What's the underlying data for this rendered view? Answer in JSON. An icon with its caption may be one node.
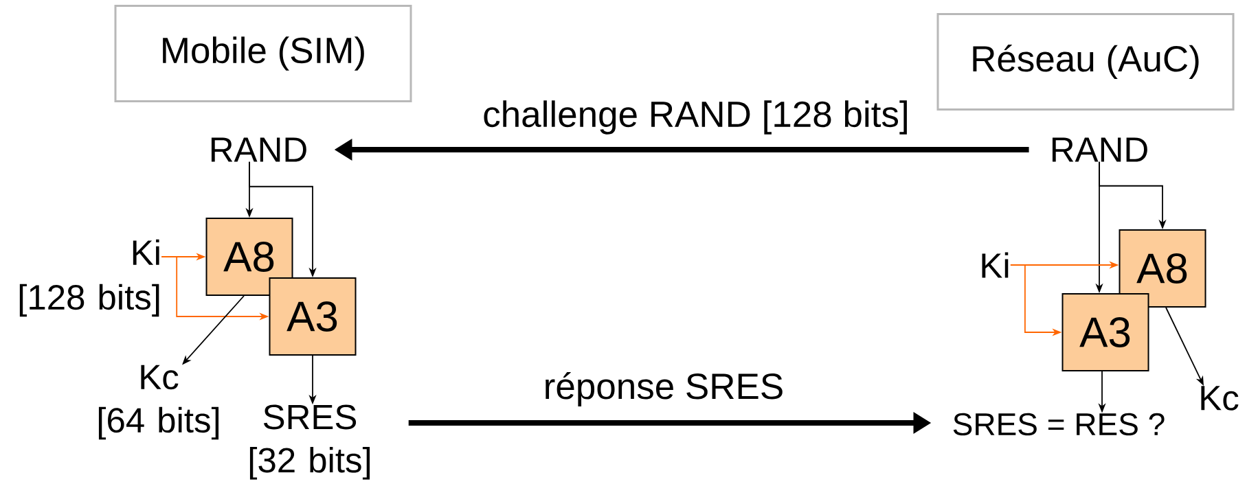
{
  "diagram": {
    "nodes": [
      {
        "text": [
          "Mobile (SIM)"
        ]
      },
      {
        "text": [
          "Réseau (AuC)"
        ]
      },
      {
        "text": [
          "RAND"
        ]
      },
      {
        "text": [
          "A8"
        ]
      },
      {
        "text": [
          "A3"
        ]
      },
      {
        "text": [
          "Ki",
          "[128 bits]"
        ]
      },
      {
        "text": [
          "Kc",
          "[64 bits]"
        ]
      },
      {
        "text": [
          "SRES",
          "[32 bits]"
        ]
      },
      {
        "text": [
          "RAND"
        ]
      },
      {
        "text": [
          "A8"
        ]
      },
      {
        "text": [
          "A3"
        ]
      },
      {
        "text": [
          "Ki"
        ]
      },
      {
        "text": [
          "Kc"
        ]
      },
      {
        "text": [
          "SRES = RES ?"
        ]
      }
    ],
    "edges": [
      {
        "from": 8,
        "to": 2,
        "arrow": "to",
        "label": "challenge RAND [128 bits]",
        "style": "thick"
      },
      {
        "from": 7,
        "to": 13,
        "arrow": "to",
        "label": "réponse SRES",
        "style": "thick"
      },
      {
        "from": 2,
        "to": 3,
        "arrow": "to"
      },
      {
        "from": 2,
        "to": 4,
        "arrow": "to"
      },
      {
        "from": 5,
        "to": 3,
        "arrow": "to",
        "color": "#ff6600"
      },
      {
        "from": 5,
        "to": 4,
        "arrow": "to",
        "color": "#ff6600"
      },
      {
        "from": 3,
        "to": 6,
        "arrow": "to"
      },
      {
        "from": 4,
        "to": 7,
        "arrow": "to"
      },
      {
        "from": 8,
        "to": 10,
        "arrow": "to"
      },
      {
        "from": 8,
        "to": 9,
        "arrow": "to"
      },
      {
        "from": 11,
        "to": 9,
        "arrow": "to",
        "color": "#ff6600"
      },
      {
        "from": 11,
        "to": 10,
        "arrow": "to",
        "color": "#ff6600"
      },
      {
        "from": 9,
        "to": 12,
        "arrow": "to"
      },
      {
        "from": 10,
        "to": 13,
        "arrow": "to"
      }
    ]
  }
}
